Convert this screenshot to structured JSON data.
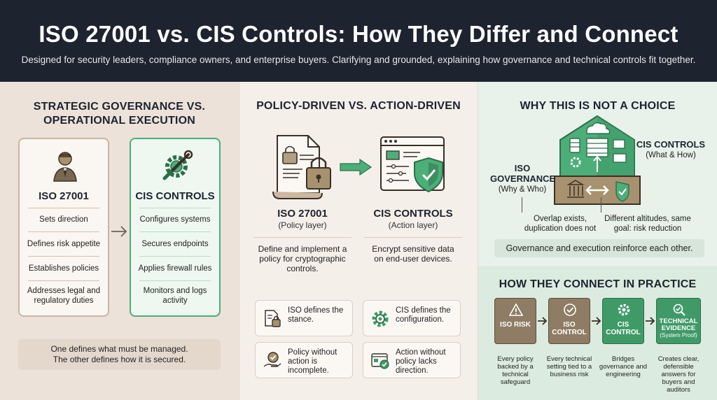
{
  "header": {
    "title": "ISO 27001 vs. CIS Controls: How They Differ and Connect",
    "subtitle": "Designed for security leaders, compliance owners, and enterprise buyers. Clarifying and grounded, explaining how governance and technical controls fit together."
  },
  "panel1": {
    "title_line1": "STRATEGIC GOVERNANCE VS.",
    "title_line2": "OPERATIONAL EXECUTION",
    "iso": {
      "title": "ISO 27001",
      "icon": "businessperson-icon",
      "items": [
        "Sets direction",
        "Defines risk appetite",
        "Establishes policies",
        "Addresses legal and regulatory duties"
      ]
    },
    "cis": {
      "title": "CIS CONTROLS",
      "icon": "wrench-gear-icon",
      "items": [
        "Configures systems",
        "Secures endpoints",
        "Applies firewall rules",
        "Monitors and logs activity"
      ]
    },
    "note_line1": "One defines what must be managed.",
    "note_line2": "The other defines how it is secured."
  },
  "panel2": {
    "title": "POLICY-DRIVEN VS. ACTION-DRIVEN",
    "iso": {
      "title": "ISO 27001",
      "sub": "(Policy layer)",
      "desc": "Define and implement a policy for cryptographic controls."
    },
    "cis": {
      "title": "CIS CONTROLS",
      "sub": "(Action layer)",
      "desc": "Encrypt sensitive data on end-user devices."
    },
    "minis": [
      {
        "text": "ISO defines the stance.",
        "icon": "document-lock-icon"
      },
      {
        "text": "CIS defines the configuration.",
        "icon": "gear-icon"
      },
      {
        "text": "Policy without action is incomplete.",
        "icon": "hand-check-icon"
      },
      {
        "text": "Action without policy lacks direction.",
        "icon": "browser-check-icon"
      }
    ]
  },
  "panel3": {
    "title": "WHY THIS IS NOT A CHOICE",
    "cis_label": "CIS CONTROLS",
    "cis_sub": "(What & How)",
    "iso_label": "ISO GOVERNANCE",
    "iso_sub": "(Why & Who)",
    "overlap": "Overlap exists, duplication does not",
    "altitudes": "Different altitudes, same goal: risk reduction",
    "reinforce": "Governance and execution reinforce each other."
  },
  "panel4": {
    "title": "HOW THEY CONNECT IN PRACTICE",
    "steps": [
      {
        "label": "ISO RISK",
        "sub": "",
        "icon": "warning-icon",
        "desc": "Every policy backed by a technical safeguard",
        "color": "#8f7c64"
      },
      {
        "label": "ISO CONTROL",
        "sub": "",
        "icon": "check-circle-icon",
        "desc": "Every technical setting tied to a business risk",
        "color": "#8f7c64"
      },
      {
        "label": "CIS CONTROL",
        "sub": "",
        "icon": "gear-icon",
        "desc": "Bridges governance and engineering",
        "color": "#3f9a68"
      },
      {
        "label": "TECHNICAL EVIDENCE",
        "sub": "(System Proof)",
        "icon": "magnifier-check-icon",
        "desc": "Creates clear, defensible answers for buyers and auditors",
        "color": "#3f9a68"
      }
    ]
  },
  "colors": {
    "header_bg": "#1d2430",
    "green": "#3f9a68",
    "tan": "#8f7c64"
  }
}
